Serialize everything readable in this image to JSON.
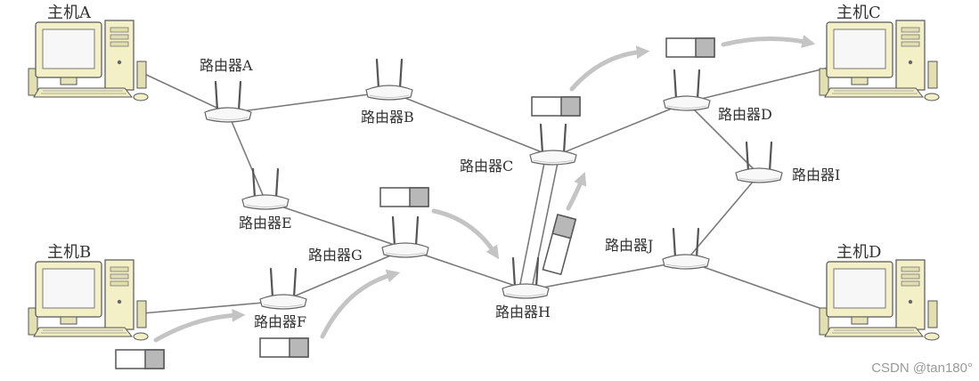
{
  "hosts": {
    "a": "主机A",
    "b": "主机B",
    "c": "主机C",
    "d": "主机D"
  },
  "routers": {
    "a": "路由器A",
    "b": "路由器B",
    "c": "路由器C",
    "d": "路由器D",
    "e": "路由器E",
    "f": "路由器F",
    "g": "路由器G",
    "h": "路由器H",
    "i": "路由器I",
    "j": "路由器J"
  },
  "watermark": "CSDN @tan180°",
  "colors": {
    "link": "#7a7a7a",
    "arrow": "#c4c4c4",
    "packet_filled": "#b8b8b8",
    "packet_border": "#555555",
    "monitor_body": "#f3f0c8"
  }
}
